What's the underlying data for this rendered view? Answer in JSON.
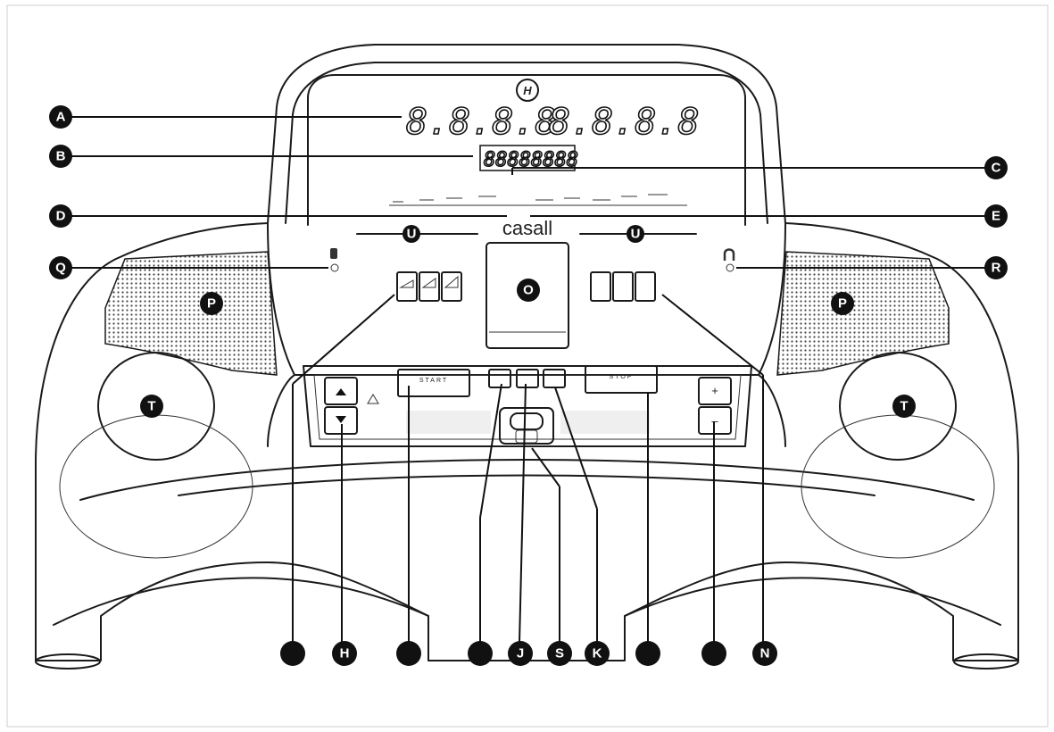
{
  "display": {
    "digits_left": "8.8.8.8",
    "digits_right": "8.8.8.8",
    "digits_center": "88888888",
    "brand": "casall"
  },
  "buttons": {
    "start": "START",
    "stop": "STOP",
    "plus": "+",
    "minus": "–"
  },
  "callouts": {
    "A": "A",
    "B": "B",
    "C": "C",
    "D": "D",
    "E": "E",
    "Q": "Q",
    "R": "R",
    "O": "O",
    "P_left": "P",
    "P_right": "P",
    "T_left": "T",
    "T_right": "T",
    "U_left": "U",
    "U_right": "U",
    "H": "H",
    "J": "J",
    "S": "S",
    "K": "K",
    "N": "N",
    "F": "",
    "G": "",
    "I": "",
    "L": "",
    "M": "",
    "M2": ""
  }
}
